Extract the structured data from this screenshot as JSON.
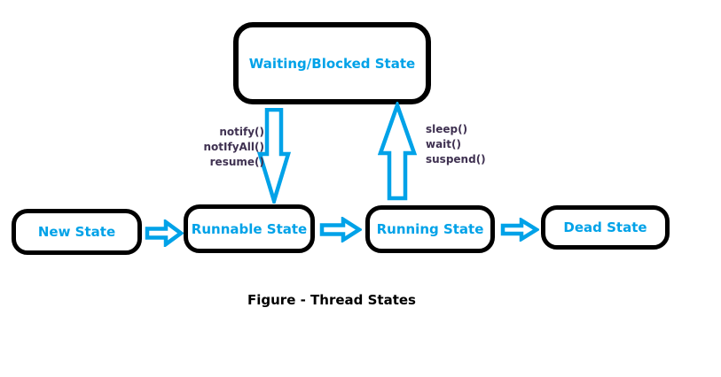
{
  "diagram": {
    "caption": "Figure - Thread States",
    "colors": {
      "accent_cyan": "#00a2e8",
      "method_label_purple": "#3f3151",
      "box_outline": "#000000",
      "background": "#ffffff"
    },
    "states": [
      {
        "id": "waiting_blocked",
        "label": "Waiting/Blocked State"
      },
      {
        "id": "new",
        "label": "New State"
      },
      {
        "id": "runnable",
        "label": "Runnable State"
      },
      {
        "id": "running",
        "label": "Running State"
      },
      {
        "id": "dead",
        "label": "Dead State"
      }
    ],
    "transitions": {
      "waiting_to_runnable": {
        "direction": "down",
        "methods": [
          "notify()",
          "notIfyAll()",
          "resume()"
        ]
      },
      "running_to_waiting": {
        "direction": "up",
        "methods": [
          "sleep()",
          "wait()",
          "suspend()"
        ]
      },
      "new_to_runnable": {
        "direction": "right"
      },
      "runnable_to_running": {
        "direction": "right"
      },
      "running_to_dead": {
        "direction": "right"
      }
    }
  }
}
